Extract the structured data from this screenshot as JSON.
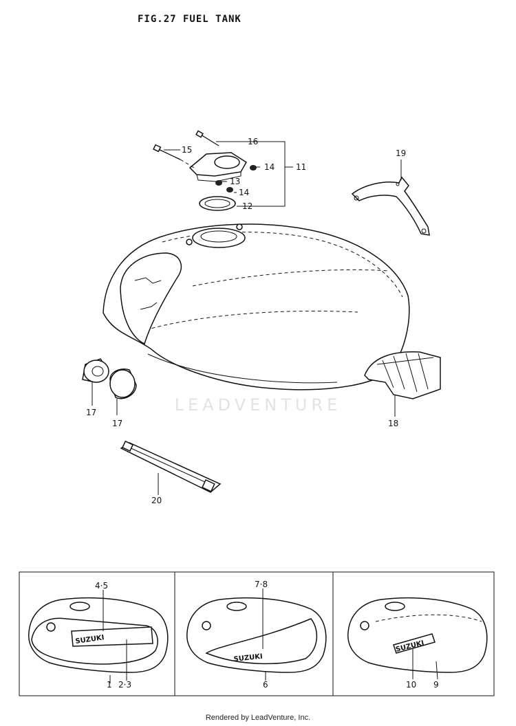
{
  "header": {
    "title": "FIG.27  FUEL TANK"
  },
  "callouts": {
    "c1": "1",
    "c23": "2·3",
    "c45": "4·5",
    "c6": "6",
    "c78": "7·8",
    "c9": "9",
    "c10": "10",
    "c11": "11",
    "c12": "12",
    "c13": "13",
    "c14a": "14",
    "c14b": "14",
    "c15": "15",
    "c16": "16",
    "c17a": "17",
    "c17b": "17",
    "c18": "18",
    "c19": "19",
    "c20": "20"
  },
  "watermark": {
    "brand": "LEADVENTURE"
  },
  "footer": {
    "text": "Rendered by LeadVenture, Inc."
  }
}
